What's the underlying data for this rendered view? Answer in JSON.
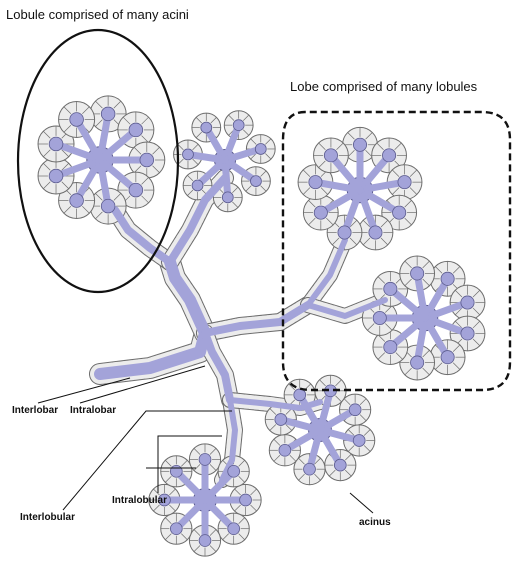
{
  "labels": {
    "lobule_title": "Lobule comprised of many acini",
    "lobe_title": "Lobe comprised of many lobules",
    "interlobar": "Interlobar",
    "intralobar": "Intralobar",
    "intralobular": "Intralobular",
    "interlobular": "Interlobular",
    "acinus": "acinus"
  },
  "colors": {
    "duct_fill": "#a3a3d9",
    "duct_stroke": "#5b5b8e",
    "cell_fill": "#ececec",
    "cell_stroke": "#6d6d6d",
    "line": "#111111"
  }
}
